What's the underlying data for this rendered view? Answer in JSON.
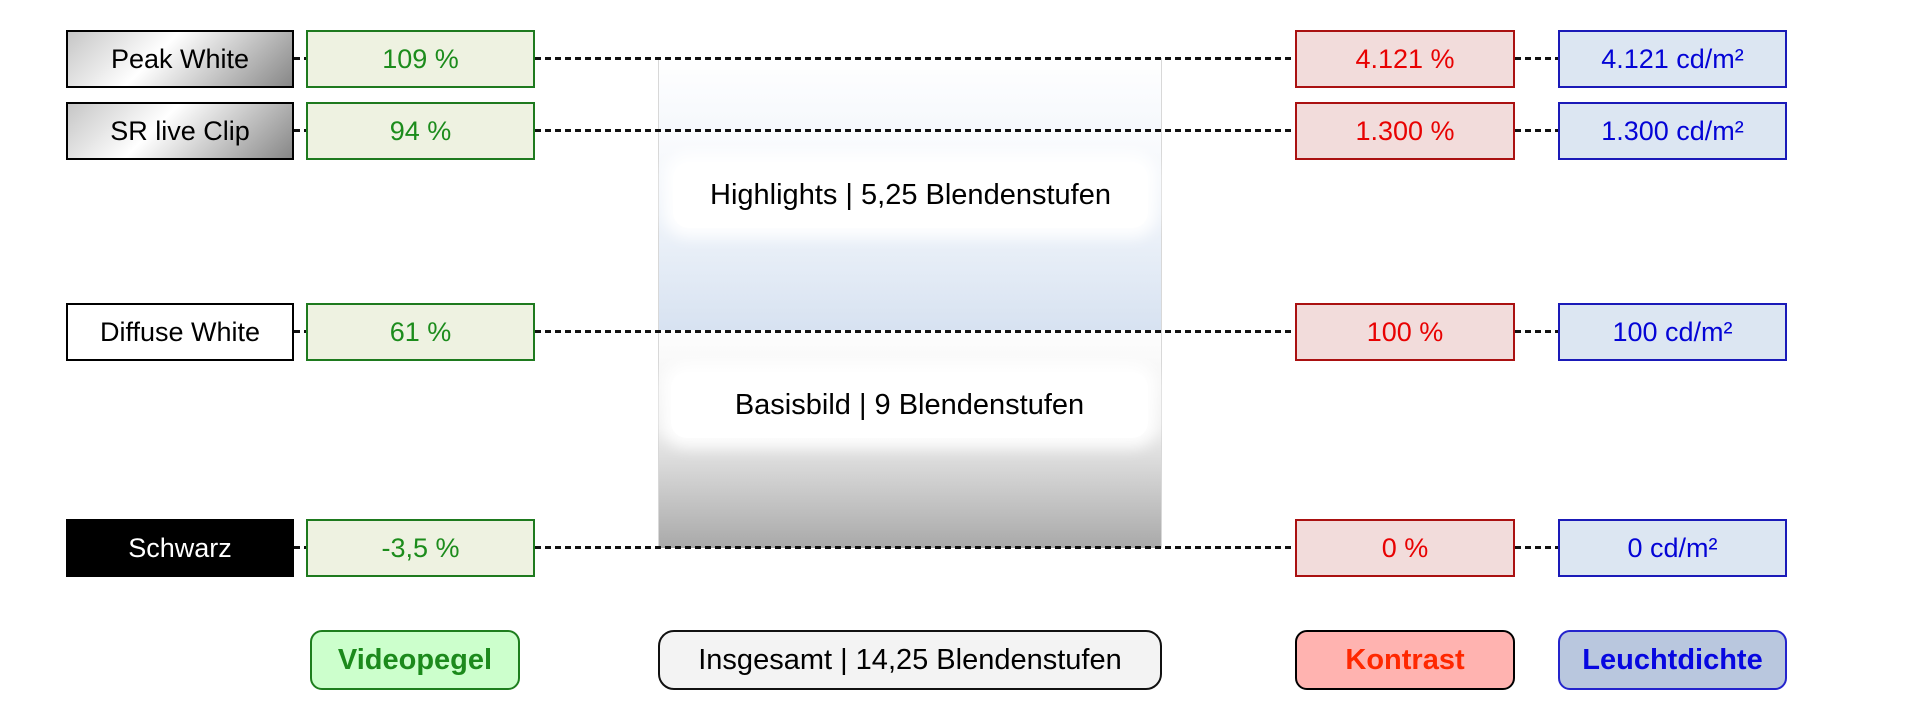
{
  "diagram": {
    "rows": [
      {
        "label": "Peak White",
        "video_level": "109 %",
        "contrast": "4.121 %",
        "luminance": "4.121 cd/m²"
      },
      {
        "label": "SR live Clip",
        "video_level": "94 %",
        "contrast": "1.300 %",
        "luminance": "1.300 cd/m²"
      },
      {
        "label": "Diffuse White",
        "video_level": "61 %",
        "contrast": "100 %",
        "luminance": "100 cd/m²"
      },
      {
        "label": "Schwarz",
        "video_level": "-3,5 %",
        "contrast": "0 %",
        "luminance": "0 cd/m²"
      }
    ],
    "panel": {
      "highlights_label": "Highlights | 5,25 Blendenstufen",
      "base_label": "Basisbild | 9 Blendenstufen"
    },
    "footer": {
      "video_level_label": "Videopegel",
      "total_label": "Insgesamt | 14,25 Blendenstufen",
      "contrast_label": "Kontrast",
      "luminance_label": "Leuchtdichte"
    },
    "colors": {
      "video_level_text": "#1c8c1c",
      "video_level_border": "#1e7a1e",
      "video_level_bg": "#eef2e1",
      "contrast_text": "#e80202",
      "contrast_border": "#aa1111",
      "contrast_bg": "#f2dcdb",
      "luminance_text": "#0404d6",
      "luminance_border": "#1a1ab8",
      "luminance_bg": "#dce6f2",
      "videopegel_badge_bg": "#ccffcc",
      "kontrast_badge_bg": "#ffb3b0",
      "kontrast_badge_text": "#ff2800",
      "leuchtdichte_badge_bg": "#b9c7de",
      "highlight_section_tint": "#d7e2f1",
      "base_section_tint": "#a9a9a9"
    }
  }
}
